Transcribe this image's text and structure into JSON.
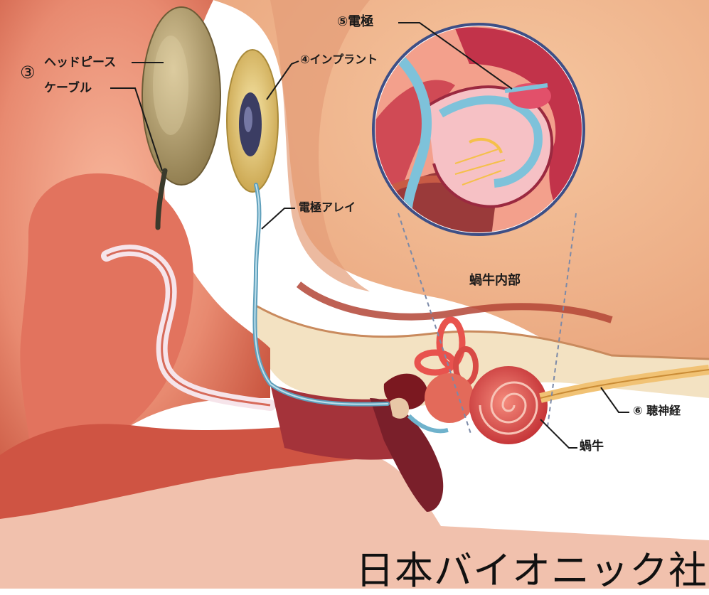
{
  "labels": {
    "headpiece_number": "③",
    "headpiece": "ヘッドピース",
    "cable": "ケーブル",
    "implant": "④インプラント",
    "electrode": "⑤電極",
    "electrode_array": "電極アレイ",
    "inner_cochlea": "蝸牛内部",
    "auditory_nerve": "⑥ 聴神経",
    "cochlea": "蝸牛"
  },
  "credit": "日本バイオニック社",
  "colors": {
    "skin": "#e88a70",
    "skin_dark": "#c9553f",
    "bone": "#f3e2c2",
    "brain_tissue": "#f2b38c",
    "cochlea": "#e8534e",
    "electrode_blue": "#6fb2cc",
    "headpiece_gold": "#b49a62"
  }
}
